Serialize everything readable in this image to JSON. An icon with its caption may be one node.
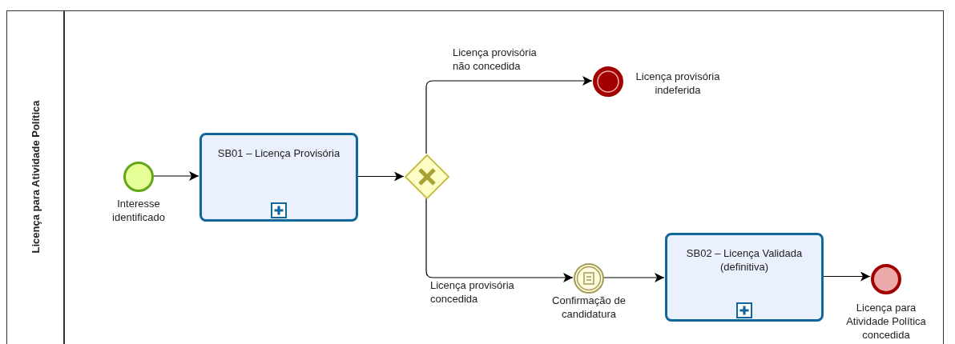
{
  "diagram": {
    "nodes": [
      {
        "text": [
          "Licença para Atividade Política"
        ]
      },
      {
        "text": [],
        "shape": "circle",
        "in": 0,
        "beside": [
          "Interesse identificado"
        ]
      },
      {
        "text": [
          "SB01 – Licença Provisória"
        ],
        "in": 0
      },
      {
        "text": [],
        "shape": "diamond",
        "in": 0
      },
      {
        "text": [],
        "shape": "circle",
        "in": 0,
        "beside": [
          "Licença provisória indeferida"
        ]
      },
      {
        "text": [],
        "shape": "circle",
        "in": 0,
        "beside": [
          "Confirmação de candidatura"
        ]
      },
      {
        "text": [
          "SB02 – Licença Validada (definitiva)"
        ],
        "in": 0
      },
      {
        "text": [],
        "shape": "circle",
        "in": 0,
        "beside": [
          "Licença para Atividade Política concedida"
        ]
      }
    ],
    "edges": [
      {
        "from": 1,
        "to": 2,
        "arrow": "to"
      },
      {
        "from": 2,
        "to": 3,
        "arrow": "to"
      },
      {
        "from": 3,
        "to": 4,
        "arrow": "to",
        "label": "Licença provisória não concedida"
      },
      {
        "from": 3,
        "to": 5,
        "arrow": "to",
        "label": "Licença provisória concedida"
      },
      {
        "from": 5,
        "to": 6,
        "arrow": "to"
      },
      {
        "from": 6,
        "to": 7,
        "arrow": "to"
      }
    ]
  }
}
